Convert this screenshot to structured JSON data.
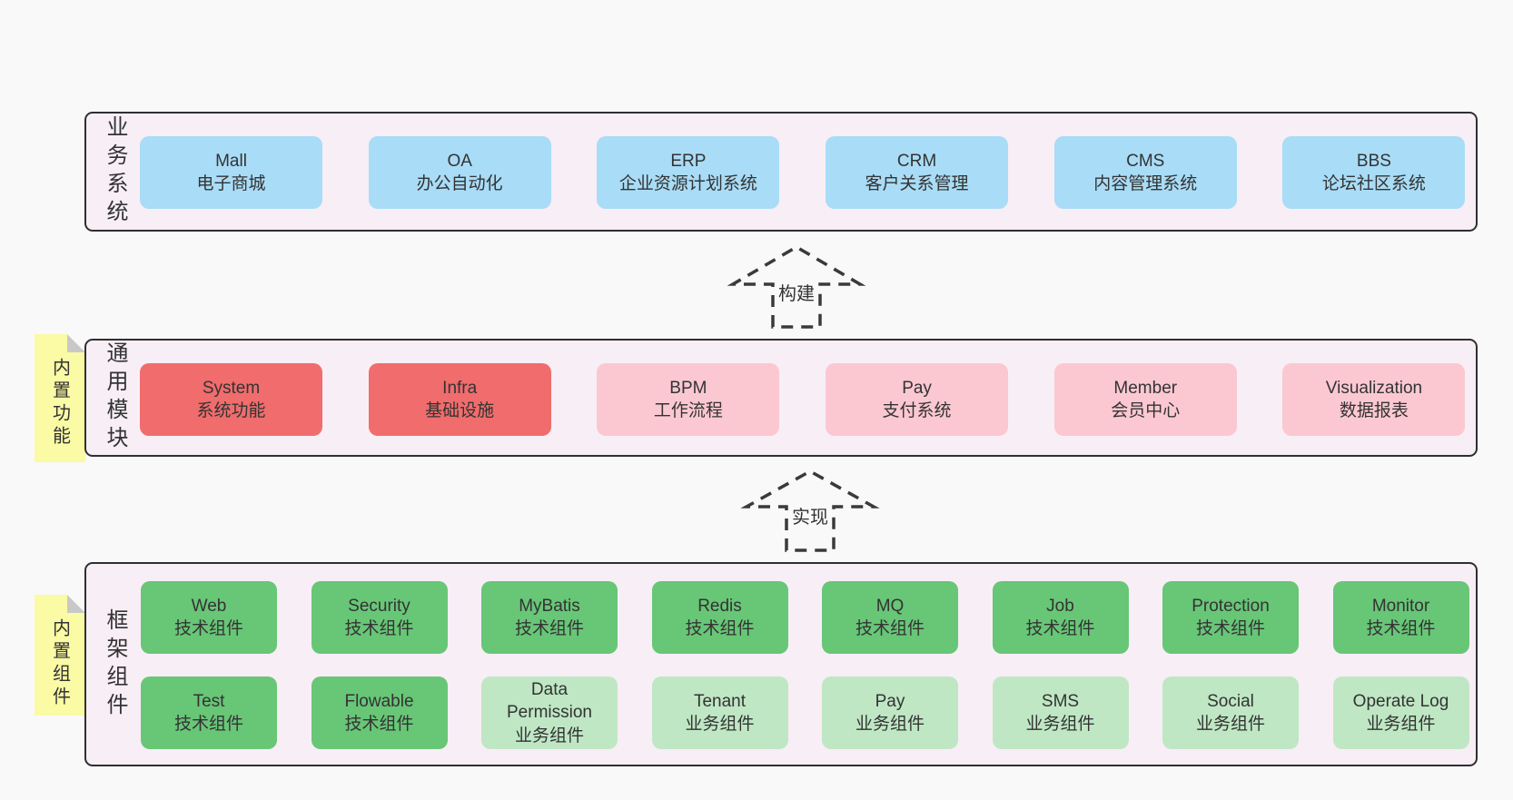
{
  "diagram": {
    "layers": [
      {
        "name": "business-systems",
        "side_label": "业务系统",
        "boxes": [
          {
            "title": "Mall",
            "subtitle": "电子商城",
            "variant": "blue"
          },
          {
            "title": "OA",
            "subtitle": "办公自动化",
            "variant": "blue"
          },
          {
            "title": "ERP",
            "subtitle": "企业资源计划系统",
            "variant": "blue"
          },
          {
            "title": "CRM",
            "subtitle": "客户关系管理",
            "variant": "blue"
          },
          {
            "title": "CMS",
            "subtitle": "内容管理系统",
            "variant": "blue"
          },
          {
            "title": "BBS",
            "subtitle": "论坛社区系统",
            "variant": "blue"
          }
        ]
      },
      {
        "name": "common-modules",
        "side_label": "通用模块",
        "sticky_note": "内置功能",
        "boxes": [
          {
            "title": "System",
            "subtitle": "系统功能",
            "variant": "red"
          },
          {
            "title": "Infra",
            "subtitle": "基础设施",
            "variant": "red"
          },
          {
            "title": "BPM",
            "subtitle": "工作流程",
            "variant": "pink"
          },
          {
            "title": "Pay",
            "subtitle": "支付系统",
            "variant": "pink"
          },
          {
            "title": "Member",
            "subtitle": "会员中心",
            "variant": "pink"
          },
          {
            "title": "Visualization",
            "subtitle": "数据报表",
            "variant": "pink"
          }
        ]
      },
      {
        "name": "framework-components",
        "side_label": "框架组件",
        "sticky_note": "内置组件",
        "rows": [
          [
            {
              "title": "Web",
              "subtitle": "技术组件",
              "variant": "green"
            },
            {
              "title": "Security",
              "subtitle": "技术组件",
              "variant": "green"
            },
            {
              "title": "MyBatis",
              "subtitle": "技术组件",
              "variant": "green"
            },
            {
              "title": "Redis",
              "subtitle": "技术组件",
              "variant": "green"
            },
            {
              "title": "MQ",
              "subtitle": "技术组件",
              "variant": "green"
            },
            {
              "title": "Job",
              "subtitle": "技术组件",
              "variant": "green"
            },
            {
              "title": "Protection",
              "subtitle": "技术组件",
              "variant": "green"
            },
            {
              "title": "Monitor",
              "subtitle": "技术组件",
              "variant": "green"
            }
          ],
          [
            {
              "title": "Test",
              "subtitle": "技术组件",
              "variant": "green"
            },
            {
              "title": "Flowable",
              "subtitle": "技术组件",
              "variant": "green"
            },
            {
              "title": "Data Permission",
              "subtitle": "业务组件",
              "variant": "lightgreen"
            },
            {
              "title": "Tenant",
              "subtitle": "业务组件",
              "variant": "lightgreen"
            },
            {
              "title": "Pay",
              "subtitle": "业务组件",
              "variant": "lightgreen"
            },
            {
              "title": "SMS",
              "subtitle": "业务组件",
              "variant": "lightgreen"
            },
            {
              "title": "Social",
              "subtitle": "业务组件",
              "variant": "lightgreen"
            },
            {
              "title": "Operate Log",
              "subtitle": "业务组件",
              "variant": "lightgreen"
            }
          ]
        ]
      }
    ],
    "arrows": [
      {
        "label": "构建"
      },
      {
        "label": "实现"
      }
    ],
    "colors": {
      "page_background": "#f9f9f9",
      "layer_background": "#f8eef6",
      "layer_border": "#2f2f2f",
      "blue_box": "#a9dcf6",
      "red_box": "#f16c6c",
      "pink_box": "#fbc8d2",
      "green_box": "#68c677",
      "light_green_box": "#bfe7c4",
      "sticky_note": "#fbfaa5",
      "sticky_fold": "#c8c8c8",
      "text": "#333333"
    }
  }
}
